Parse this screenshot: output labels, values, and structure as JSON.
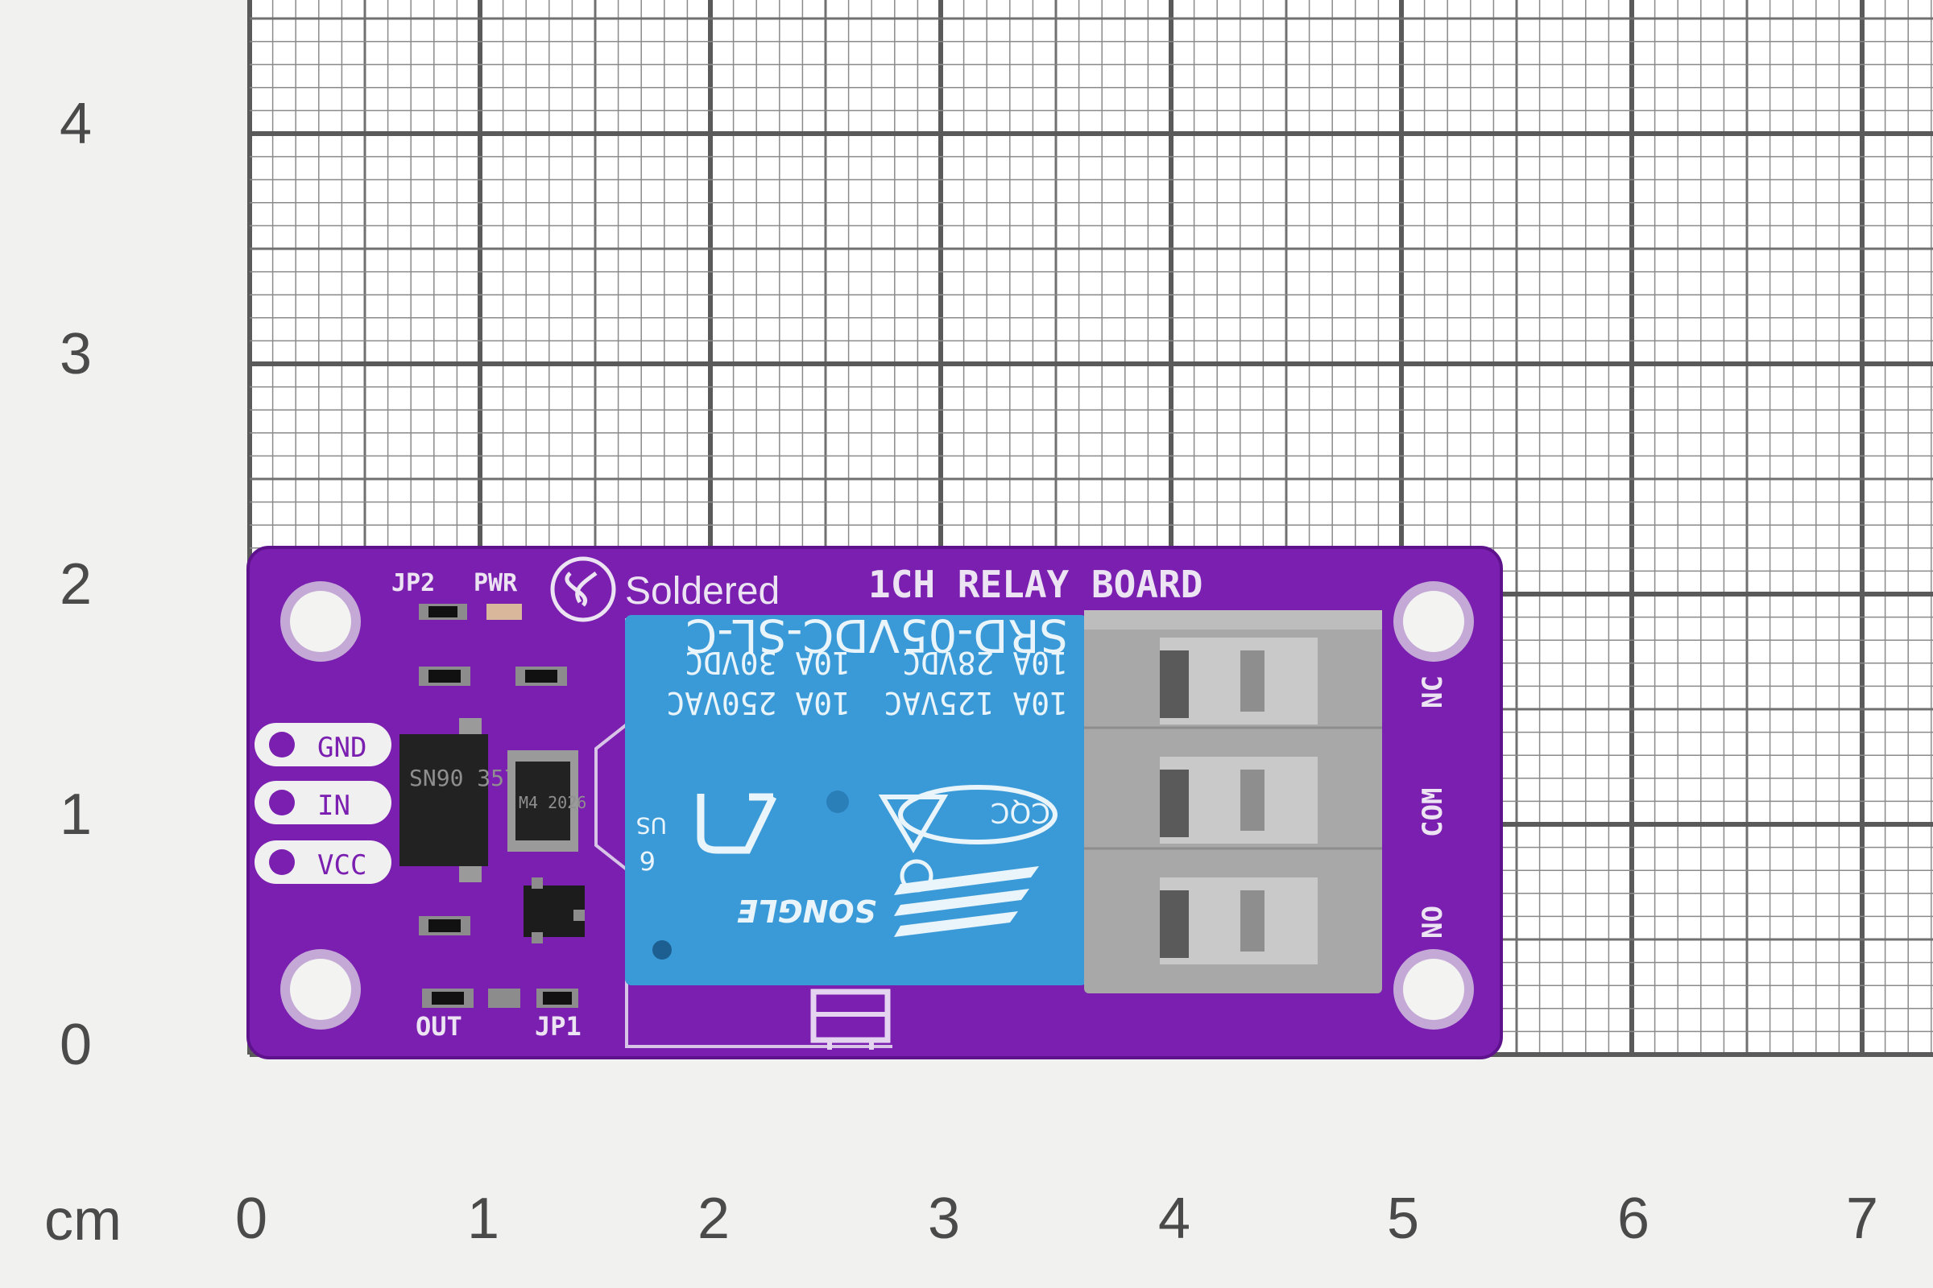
{
  "scale": {
    "unit": "cm",
    "y_labels": [
      "4",
      "3",
      "2",
      "1",
      "0"
    ],
    "x_labels": [
      "0",
      "1",
      "2",
      "3",
      "4",
      "5",
      "6",
      "7"
    ]
  },
  "board": {
    "brand": "Soldered",
    "title": "1CH RELAY BOARD",
    "pins": [
      "GND",
      "IN",
      "VCC"
    ],
    "top_labels": [
      "JP2",
      "PWR"
    ],
    "bottom_labels": [
      "OUT",
      "JP1"
    ],
    "terminal_labels": [
      "NC",
      "COM",
      "NO"
    ],
    "pcb_color": "#7a1fb0"
  },
  "relay": {
    "model": "SRD-05VDC-SL-C",
    "ratings": [
      "10A 250VAC",
      "10A 125VAC",
      "10A 30VDC",
      "10A 28VDC"
    ],
    "maker": "SONGLE",
    "marks": [
      "CQC",
      "US",
      "6"
    ],
    "body_color": "#3a9ad8"
  },
  "chips": [
    "SN90 357",
    "M4 2026"
  ]
}
